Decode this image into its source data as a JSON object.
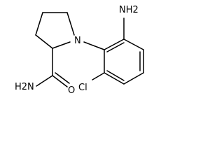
{
  "molecule": {
    "atoms": {
      "amino_label": "NH2",
      "ring_nitrogen_label": "N",
      "amide_nitrogen_label": "H2N",
      "carbonyl_oxygen_label": "O",
      "chlorine_label": "Cl"
    }
  }
}
